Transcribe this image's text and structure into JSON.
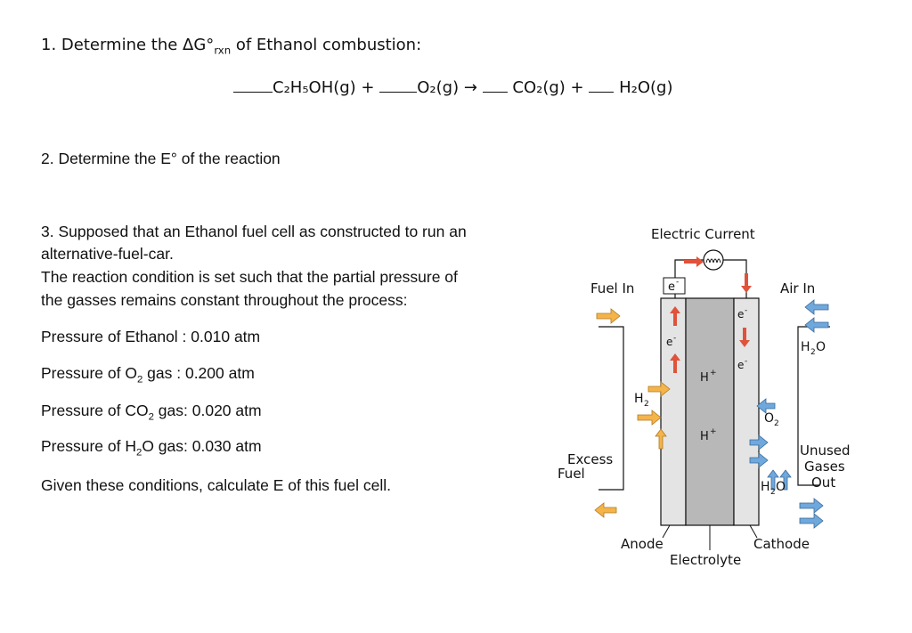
{
  "q1": {
    "intro": "1. Determine the ΔG°",
    "sub": "rxn",
    "rest": " of Ethanol combustion:",
    "eq": {
      "ethanol": "C₂H₅OH(g) +",
      "o2": "O₂(g) →",
      "co2": "CO₂(g) +",
      "h2o": "H₂O(g)"
    }
  },
  "q2": "2. Determine the E° of the reaction",
  "q3": {
    "line1": "3. Supposed that an Ethanol fuel cell as constructed to run an",
    "line2": "alternative-fuel-car.",
    "line3": "The reaction condition is set such that the partial pressure of",
    "line4": "the gasses remains constant throughout the process:",
    "p_ethanol": "Pressure of Ethanol : 0.010 atm",
    "p_o2_a": "Pressure of O",
    "p_o2_b": " gas : 0.200 atm",
    "p_co2_a": "Pressure of CO",
    "p_co2_b": " gas: 0.020 atm",
    "p_h2o_a": "Pressure of H",
    "p_h2o_b": "O gas: 0.030 atm",
    "sub2": "2",
    "final": "Given these conditions, calculate E of this fuel cell."
  },
  "diagram": {
    "electric_current": "Electric Current",
    "fuel_in": "Fuel In",
    "air_in": "Air In",
    "e": "e",
    "minus": "-",
    "h_plus": "H",
    "plus": "+",
    "h2": "H",
    "o2": "O",
    "two": "2",
    "h2o_top": "H",
    "o_letter": "O",
    "excess": "Excess",
    "fuel": "Fuel",
    "unused": "Unused",
    "gases": "Gases",
    "out": "Out",
    "anode": "Anode",
    "electrolyte": "Electrolyte",
    "cathode": "Cathode",
    "colors": {
      "orange": "#f5b44a",
      "blue": "#6fa8dc",
      "red": "#e0523a",
      "electrolyte": "#b8b8b8",
      "electrode": "#e4e4e4"
    }
  }
}
